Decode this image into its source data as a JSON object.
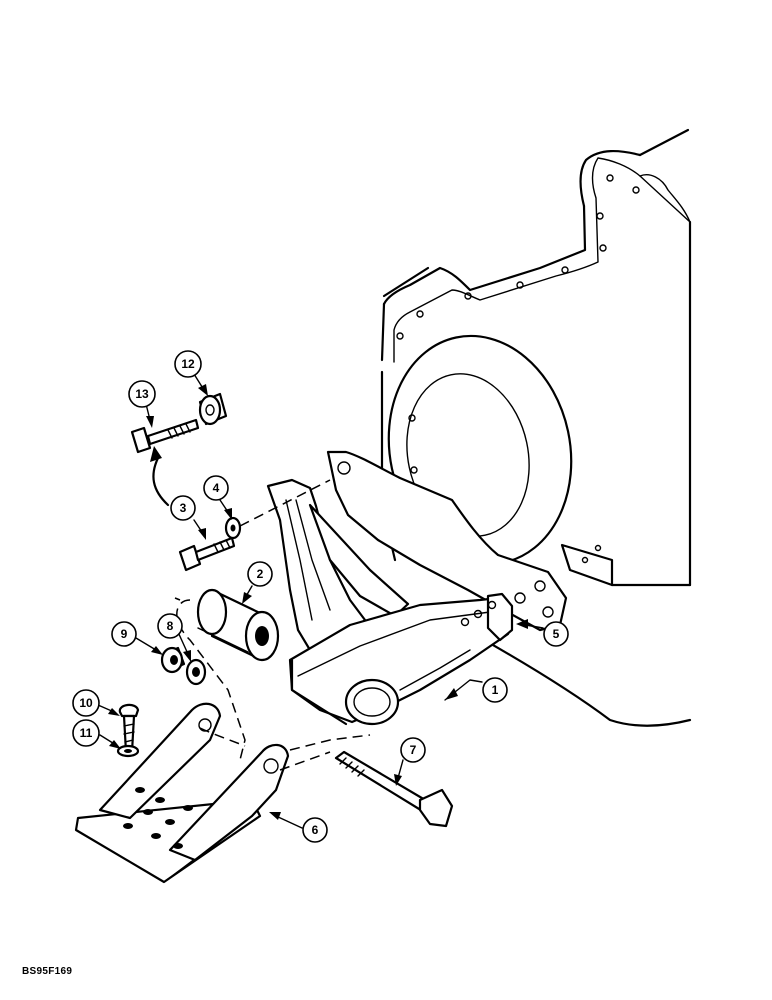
{
  "figure_code": "BS95F169",
  "callouts": [
    {
      "id": "callout-1",
      "label": "1",
      "part": "mount-bracket"
    },
    {
      "id": "callout-2",
      "label": "2",
      "part": "rubber-bushing"
    },
    {
      "id": "callout-3",
      "label": "3",
      "part": "bolt"
    },
    {
      "id": "callout-4",
      "label": "4",
      "part": "washer"
    },
    {
      "id": "callout-5",
      "label": "5",
      "part": "mounting-plate"
    },
    {
      "id": "callout-6",
      "label": "6",
      "part": "frame-bracket"
    },
    {
      "id": "callout-7",
      "label": "7",
      "part": "long-bolt"
    },
    {
      "id": "callout-8",
      "label": "8",
      "part": "washer"
    },
    {
      "id": "callout-9",
      "label": "9",
      "part": "nut"
    },
    {
      "id": "callout-10",
      "label": "10",
      "part": "bolt"
    },
    {
      "id": "callout-11",
      "label": "11",
      "part": "washer"
    },
    {
      "id": "callout-12",
      "label": "12",
      "part": "spacer"
    },
    {
      "id": "callout-13",
      "label": "13",
      "part": "bolt"
    }
  ],
  "colors": {
    "ink": "#000000",
    "paper": "#ffffff"
  }
}
